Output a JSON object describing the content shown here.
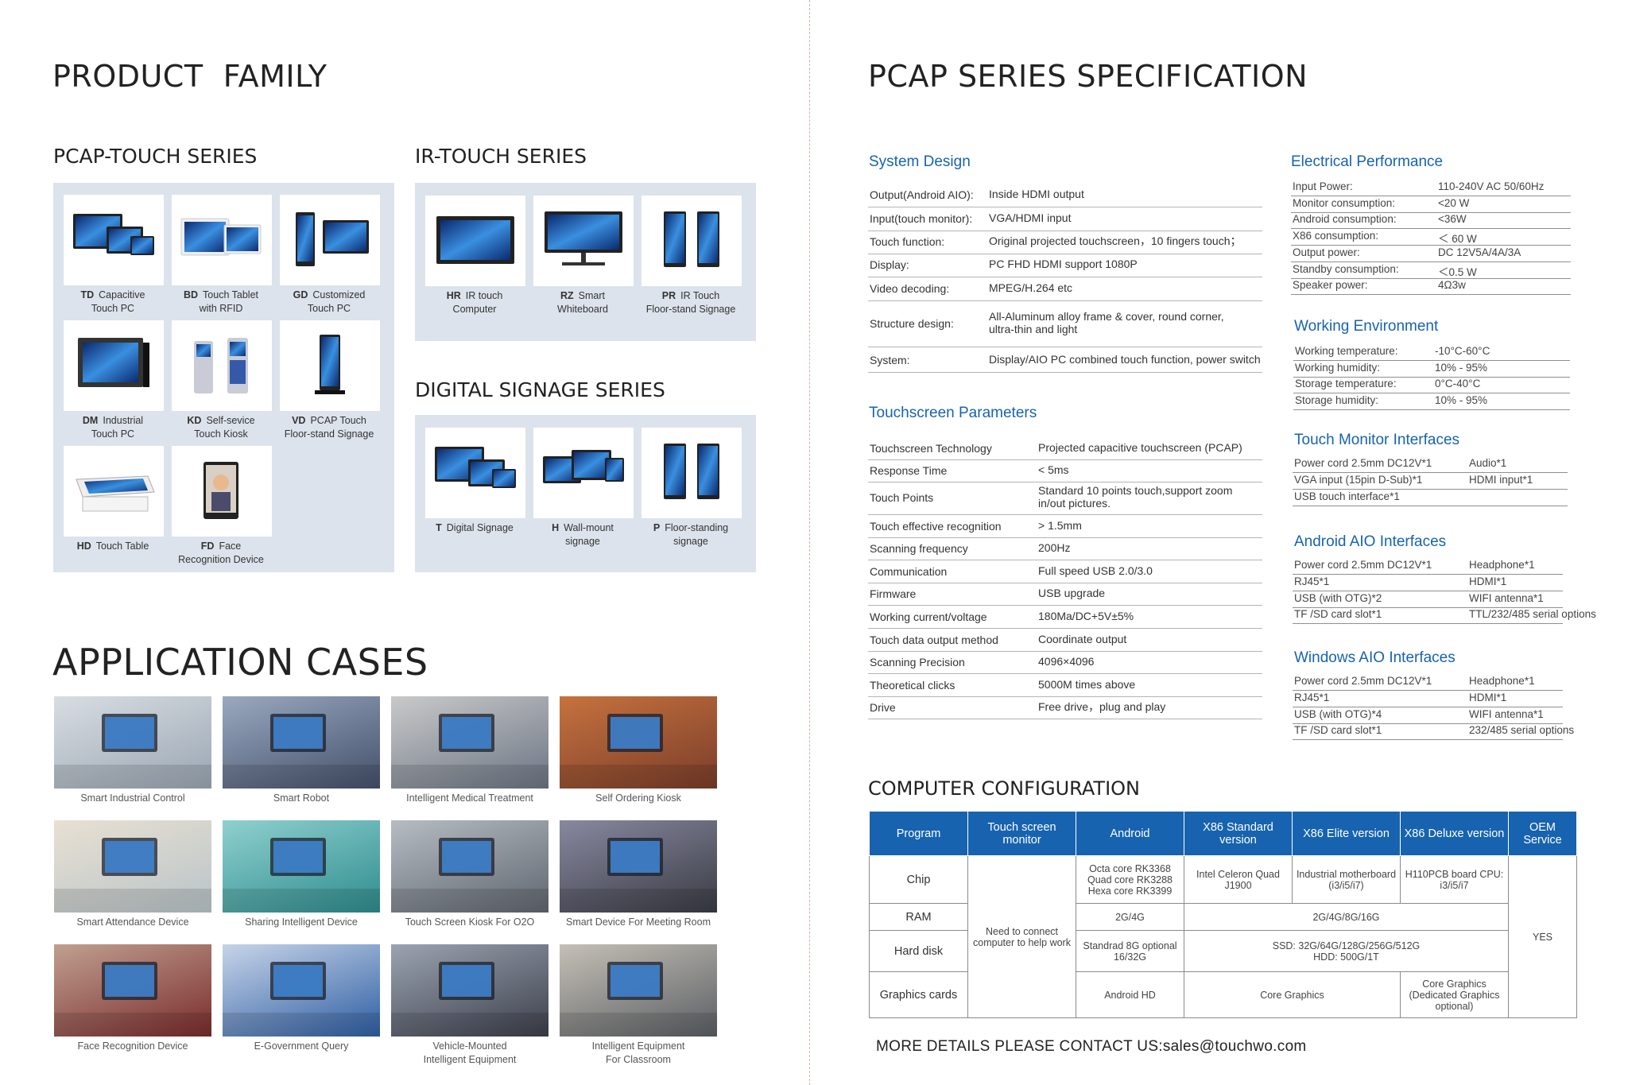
{
  "left": {
    "product_family_title": "PRODUCT  FAMILY",
    "pcap_series_title": "PCAP-TOUCH SERIES",
    "ir_series_title": "IR-TOUCH SERIES",
    "signage_series_title": "DIGITAL SIGNAGE SERIES",
    "pcap_products": [
      {
        "code": "TD",
        "l1": "Capacitive",
        "l2": "Touch PC"
      },
      {
        "code": "BD",
        "l1": "Touch Tablet",
        "l2": "with RFID"
      },
      {
        "code": "GD",
        "l1": "Customized",
        "l2": "Touch PC"
      },
      {
        "code": "DM",
        "l1": "Industrial",
        "l2": "Touch PC"
      },
      {
        "code": "KD",
        "l1": "Self-sevice",
        "l2": "Touch Kiosk"
      },
      {
        "code": "VD",
        "l1": "PCAP Touch",
        "l2": "Floor-stand Signage"
      },
      {
        "code": "HD",
        "l1": "Touch Table",
        "l2": ""
      },
      {
        "code": "FD",
        "l1": "Face",
        "l2": "Recognition Device"
      }
    ],
    "ir_products": [
      {
        "code": "HR",
        "l1": "IR touch",
        "l2": "Computer"
      },
      {
        "code": "RZ",
        "l1": "Smart",
        "l2": "Whiteboard"
      },
      {
        "code": "PR",
        "l1": "IR Touch",
        "l2": "Floor-stand Signage"
      }
    ],
    "signage_products": [
      {
        "code": "T",
        "l1": "Digital Signage",
        "l2": ""
      },
      {
        "code": "H",
        "l1": "Wall-mount",
        "l2": "signage"
      },
      {
        "code": "P",
        "l1": "Floor-standing",
        "l2": "signage"
      }
    ],
    "application_title": "APPLICATION CASES",
    "applications": [
      {
        "l1": "Smart Industrial Control",
        "l2": ""
      },
      {
        "l1": "Smart Robot",
        "l2": ""
      },
      {
        "l1": "Intelligent Medical Treatment",
        "l2": ""
      },
      {
        "l1": "Self Ordering Kiosk",
        "l2": ""
      },
      {
        "l1": "Smart Attendance Device",
        "l2": ""
      },
      {
        "l1": "Sharing Intelligent Device",
        "l2": ""
      },
      {
        "l1": "Touch Screen Kiosk For O2O",
        "l2": ""
      },
      {
        "l1": "Smart Device For Meeting Room",
        "l2": ""
      },
      {
        "l1": "Face Recognition Device",
        "l2": ""
      },
      {
        "l1": "E-Government Query",
        "l2": ""
      },
      {
        "l1": "Vehicle-Mounted",
        "l2": "Intelligent Equipment"
      },
      {
        "l1": "Intelligent Equipment",
        "l2": "For Classroom"
      }
    ]
  },
  "right": {
    "spec_title": "PCAP SERIES SPECIFICATION",
    "system_design": {
      "title": "System Design",
      "rows": [
        {
          "k": "Output(Android AIO):",
          "v": "Inside HDMI output"
        },
        {
          "k": "Input(touch monitor):",
          "v": "VGA/HDMI input"
        },
        {
          "k": "Touch function:",
          "v": "Original projected touchscreen，10 fingers touch；"
        },
        {
          "k": "Display:",
          "v": "PC  FHD  HDMI  support 1080P"
        },
        {
          "k": "Video decoding:",
          "v": "MPEG/H.264 etc"
        },
        {
          "k": "Structure design:",
          "v": "All-Aluminum alloy frame & cover, round corner,",
          "v2": "ultra-thin and light"
        },
        {
          "k": "System:",
          "v": "Display/AIO PC combined touch function, power switch"
        }
      ]
    },
    "touchscreen": {
      "title": "Touchscreen Parameters",
      "rows": [
        {
          "k": "Touchscreen Technology",
          "v": "Projected capacitive touchscreen (PCAP)"
        },
        {
          "k": "Response Time",
          "v": "< 5ms"
        },
        {
          "k": "Touch Points",
          "v": "Standard 10 points touch,support zoom",
          "v2": "in/out pictures."
        },
        {
          "k": "Touch effective recognition",
          "v": "> 1.5mm"
        },
        {
          "k": "Scanning frequency",
          "v": "200Hz"
        },
        {
          "k": "Communication",
          "v": "Full speed USB 2.0/3.0"
        },
        {
          "k": "Firmware",
          "v": "USB upgrade"
        },
        {
          "k": "Working current/voltage",
          "v": "180Ma/DC+5V±5%"
        },
        {
          "k": "Touch data output method",
          "v": "Coordinate output"
        },
        {
          "k": "Scanning Precision",
          "v": "4096×4096"
        },
        {
          "k": "Theoretical clicks",
          "v": "5000M times above"
        },
        {
          "k": "Drive",
          "v": "Free drive，plug and play"
        }
      ]
    },
    "electrical": {
      "title": "Electrical Performance",
      "rows": [
        {
          "k": "Input Power:",
          "v": "110-240V AC 50/60Hz"
        },
        {
          "k": "Monitor consumption:",
          "v": "<20 W"
        },
        {
          "k": "Android consumption:",
          "v": "<36W"
        },
        {
          "k": "X86 consumption:",
          "v": "＜ 60 W"
        },
        {
          "k": "Output power:",
          "v": "DC 12V5A/4A/3A"
        },
        {
          "k": "Standby consumption:",
          "v": "＜0.5 W"
        },
        {
          "k": "Speaker power:",
          "v": "4Ω3w"
        }
      ]
    },
    "environment": {
      "title": "Working Environment",
      "rows": [
        {
          "k": "Working temperature:",
          "v": "-10°C-60°C"
        },
        {
          "k": "Working humidity:",
          "v": "10% - 95%"
        },
        {
          "k": "Storage temperature:",
          "v": "0°C-40°C"
        },
        {
          "k": "Storage humidity:",
          "v": "10% - 95%"
        }
      ]
    },
    "monitor_if": {
      "title": "Touch Monitor Interfaces",
      "rows": [
        {
          "a": "Power cord 2.5mm DC12V*1",
          "b": "Audio*1"
        },
        {
          "a": "VGA input (15pin D-Sub)*1",
          "b": "HDMI input*1"
        },
        {
          "a": "USB touch interface*1",
          "b": ""
        }
      ]
    },
    "android_if": {
      "title": "Android AIO Interfaces",
      "rows": [
        {
          "a": "Power cord 2.5mm DC12V*1",
          "b": "Headphone*1"
        },
        {
          "a": "RJ45*1",
          "b": "HDMI*1"
        },
        {
          "a": "USB (with OTG)*2",
          "b": "WIFI antenna*1"
        },
        {
          "a": "TF /SD card slot*1",
          "b": "TTL/232/485 serial options"
        }
      ]
    },
    "windows_if": {
      "title": "Windows AIO Interfaces",
      "rows": [
        {
          "a": "Power cord 2.5mm DC12V*1",
          "b": "Headphone*1"
        },
        {
          "a": "RJ45*1",
          "b": "HDMI*1"
        },
        {
          "a": "USB (with OTG)*4",
          "b": "WIFI antenna*1"
        },
        {
          "a": "TF /SD card slot*1",
          "b": "232/485 serial options"
        }
      ]
    },
    "config": {
      "title": "COMPUTER CONFIGURATION",
      "headers": [
        "Program",
        "Touch screen monitor",
        "Android",
        "X86 Standard version",
        "X86 Elite version",
        "X86 Deluxe version",
        "OEM Service"
      ],
      "chip_label": "Chip",
      "ram_label": "RAM",
      "disk_label": "Hard disk",
      "gfx_label": "Graphics cards",
      "monitor_note": "Need to connect computer to help work",
      "chip_android": "Octa core RK3368 Quad core RK3288 Hexa core RK3399",
      "chip_std": "Intel Celeron Quad J1900",
      "chip_elite": "Industrial motherboard (i3/i5/i7)",
      "chip_deluxe": "H110PCB board CPU: i3/i5/i7",
      "ram_android": "2G/4G",
      "ram_x86": "2G/4G/8G/16G",
      "disk_android": "Standrad 8G optional 16/32G",
      "disk_x86_1": "SSD: 32G/64G/128G/256G/512G",
      "disk_x86_2": "HDD: 500G/1T",
      "gfx_android": "Android HD",
      "gfx_core": "Core Graphics",
      "gfx_deluxe": "Core Graphics (Dedicated Graphics optional)",
      "oem": "YES"
    },
    "contact": "MORE DETAILS PLEASE CONTACT US:sales@touchwo.com"
  }
}
